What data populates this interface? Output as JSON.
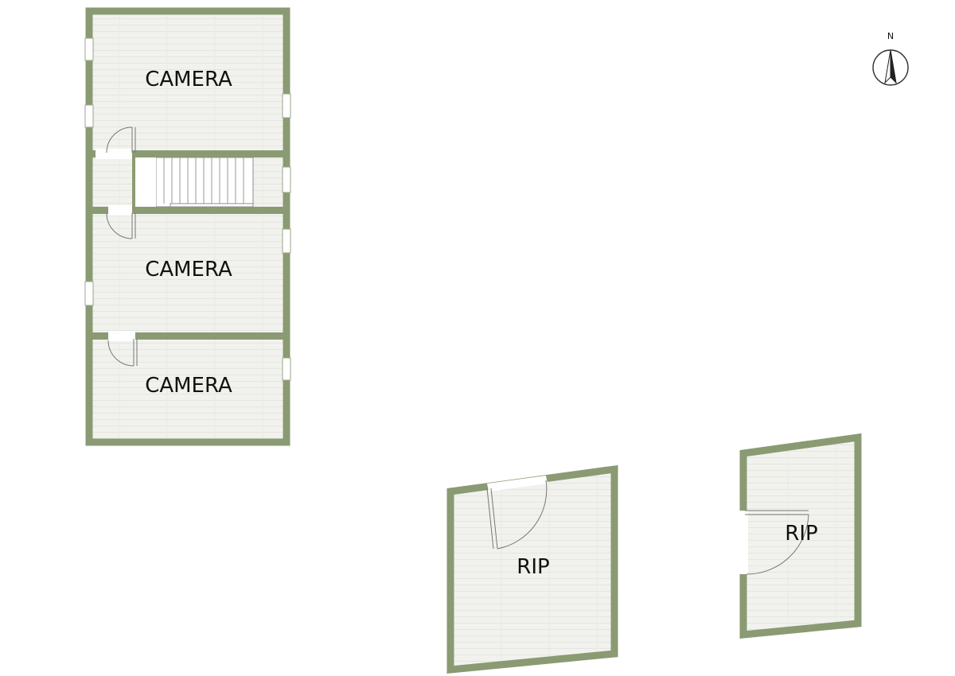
{
  "colors": {
    "wall": "#8a9a72",
    "floor": "#f1f2ee",
    "floor_line": "#e2e4dc",
    "door_line": "#777777",
    "text": "#111111"
  },
  "compass": {
    "label": "N",
    "icon": "north-arrow-icon"
  },
  "rooms": [
    {
      "label": "CAMERA"
    },
    {
      "label": "CAMERA"
    },
    {
      "label": "CAMERA"
    },
    {
      "label": "RIP"
    },
    {
      "label": "RIP"
    }
  ]
}
